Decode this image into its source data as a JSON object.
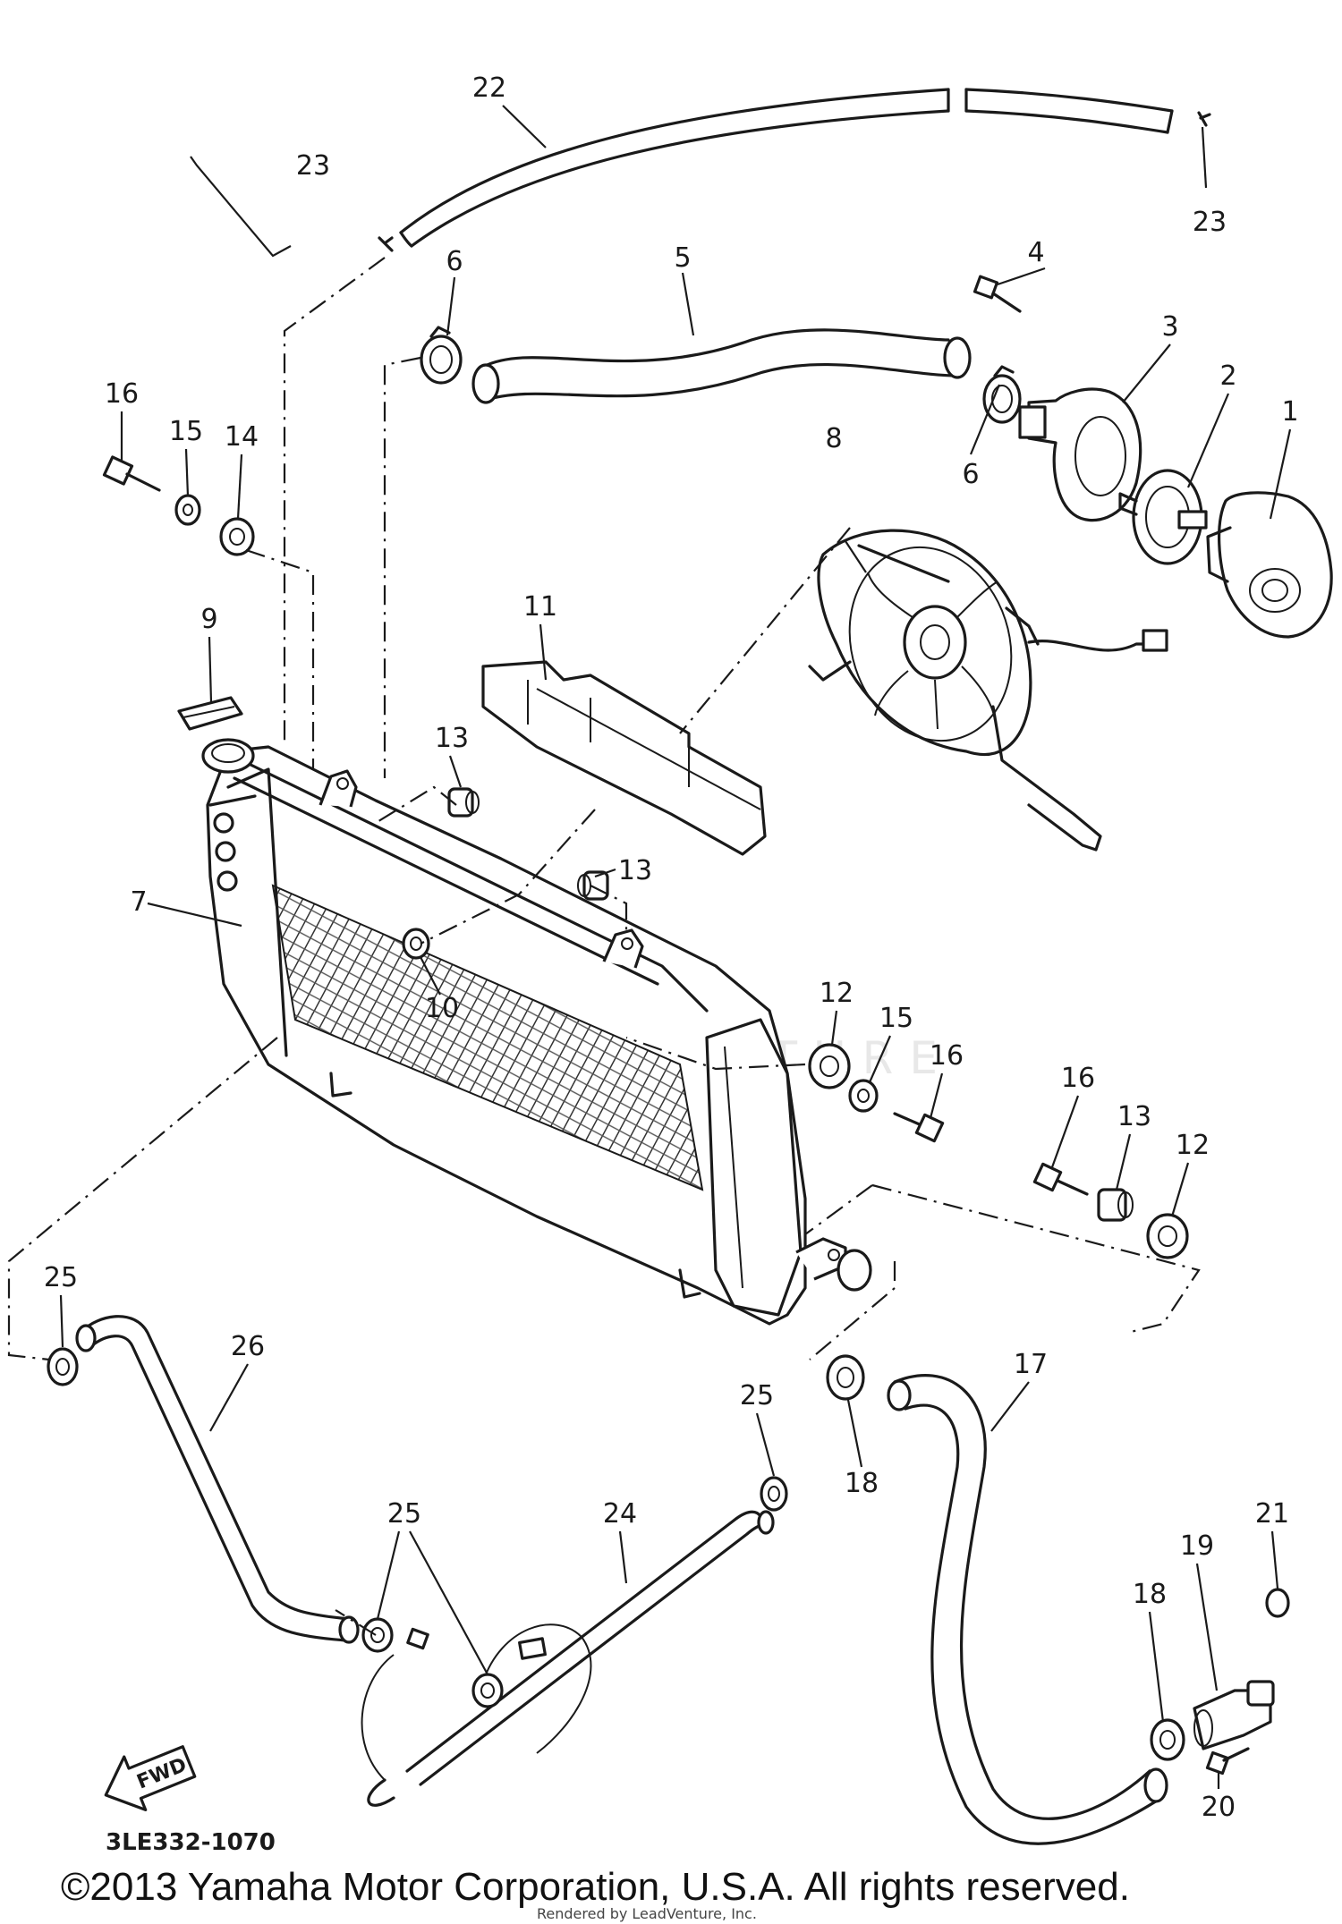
{
  "diagram": {
    "labels": {
      "l1": "1",
      "l2": "2",
      "l3": "3",
      "l4": "4",
      "l5": "5",
      "l6a": "6",
      "l6b": "6",
      "l7": "7",
      "l8": "8",
      "l9": "9",
      "l10": "10",
      "l11": "11",
      "l12a": "12",
      "l12b": "12",
      "l13a": "13",
      "l13b": "13",
      "l13c": "13",
      "l14": "14",
      "l15a": "15",
      "l15b": "15",
      "l16a": "16",
      "l16b": "16",
      "l16c": "16",
      "l17": "17",
      "l18a": "18",
      "l18b": "18",
      "l19": "19",
      "l20": "20",
      "l21": "21",
      "l22": "22",
      "l23a": "23",
      "l23b": "23",
      "l24": "24",
      "l25a": "25",
      "l25b": "25",
      "l25c": "25",
      "l26": "26"
    },
    "fwd_arrow_text": "FWD",
    "diagram_code": "3LE332-1070",
    "watermark": "LEADVENTURE",
    "credit": "Rendered by LeadVenture, Inc."
  },
  "footer": {
    "copyright": "©2013 Yamaha Motor Corporation, U.S.A. All rights reserved."
  }
}
